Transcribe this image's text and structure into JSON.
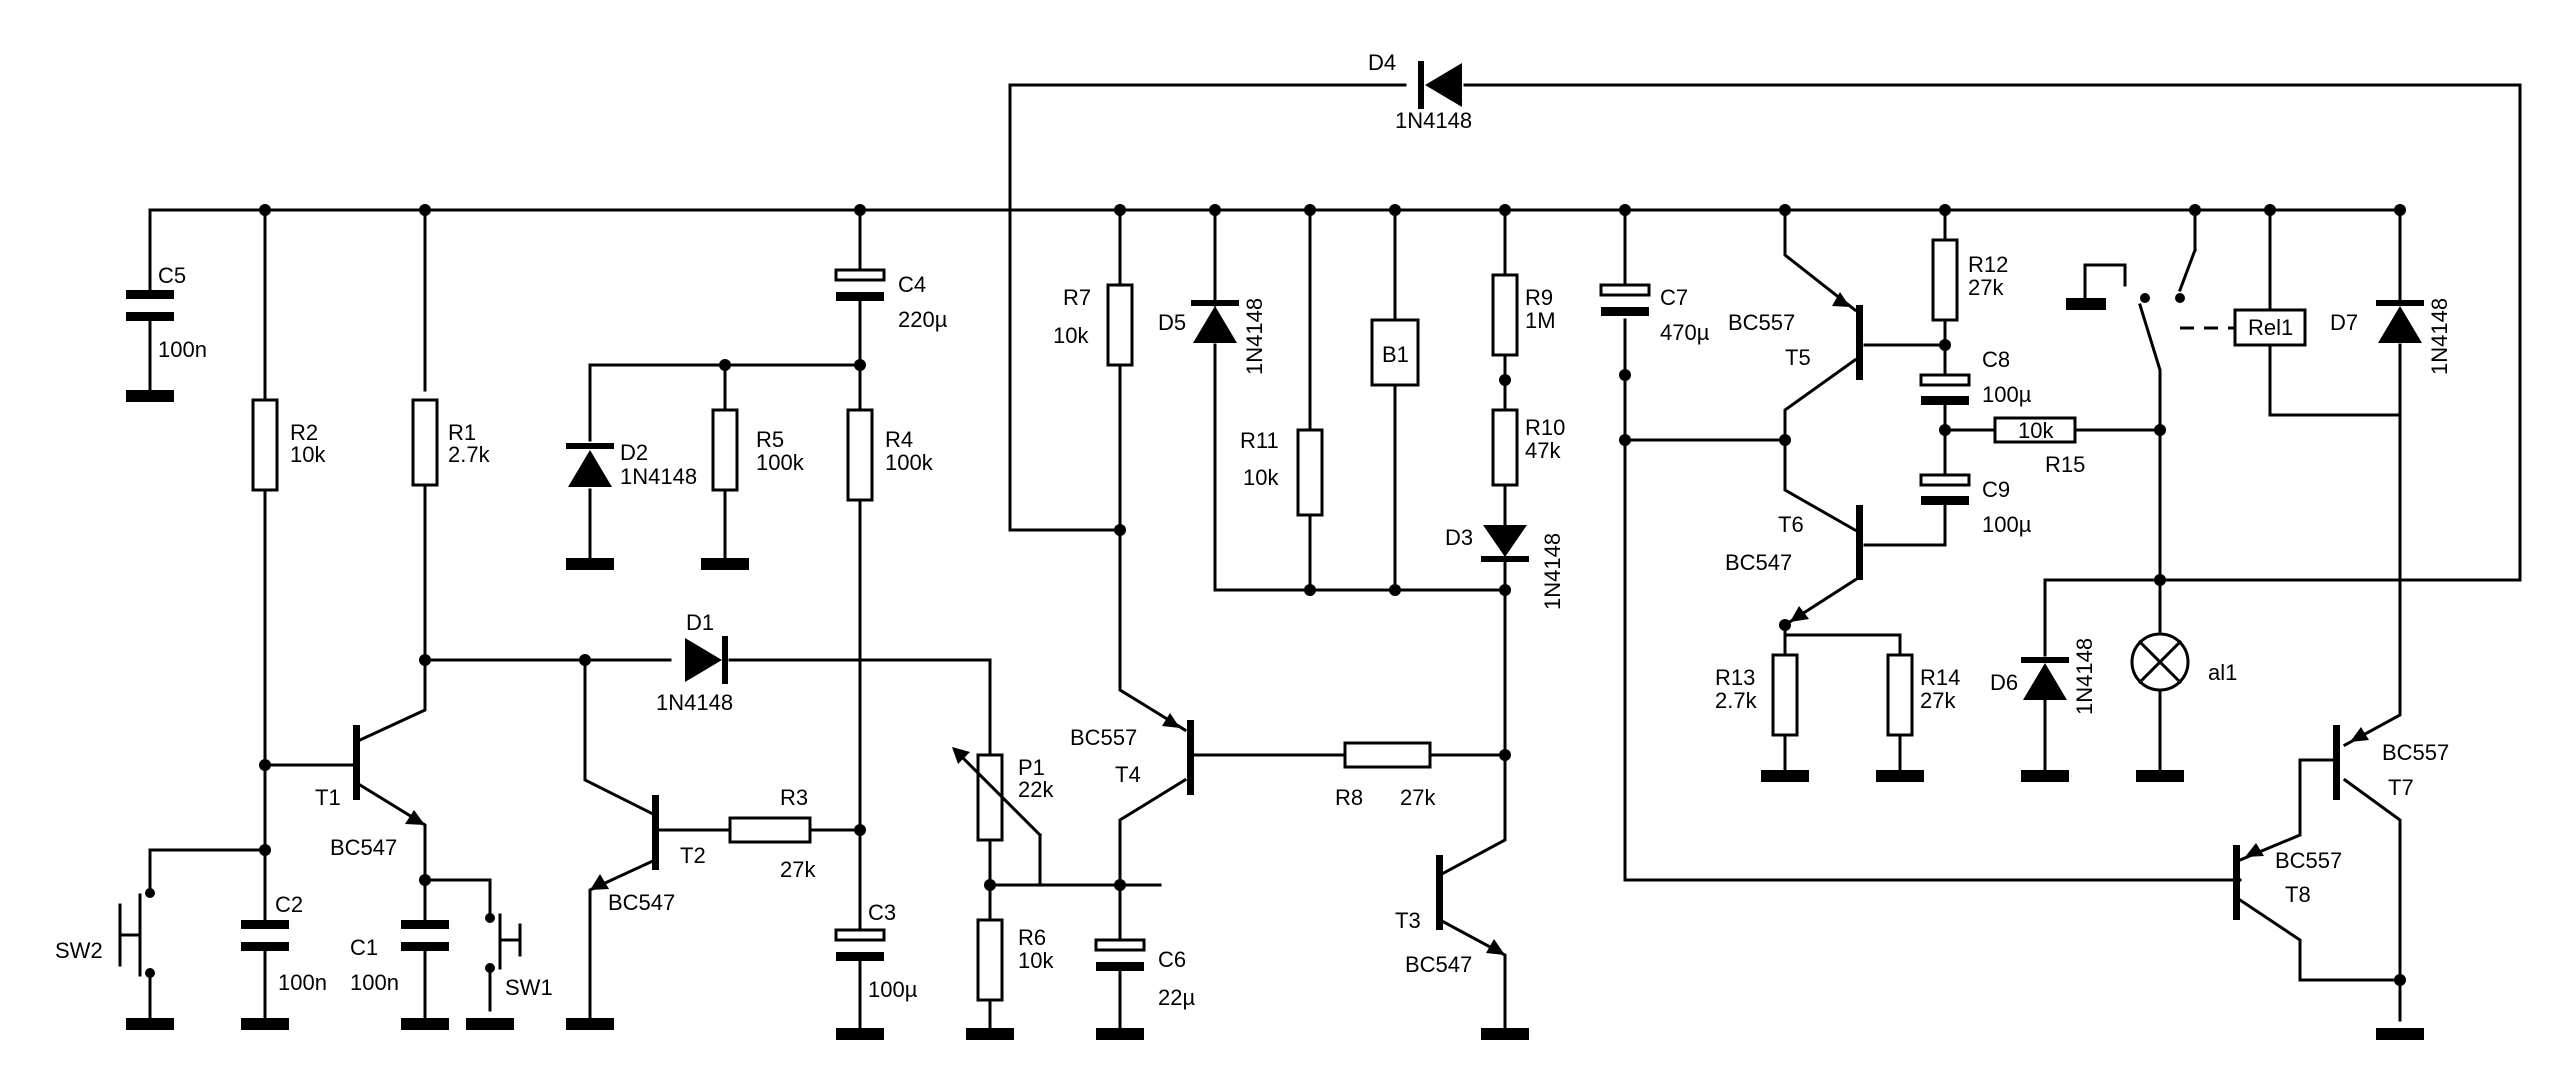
{
  "components": {
    "c5": {
      "ref": "C5",
      "value": "100n"
    },
    "r2": {
      "ref": "R2",
      "value": "10k"
    },
    "r1": {
      "ref": "R1",
      "value": "2.7k"
    },
    "c4": {
      "ref": "C4",
      "value": "220µ"
    },
    "d2": {
      "ref": "D2",
      "value": "1N4148"
    },
    "r5": {
      "ref": "R5",
      "value": "100k"
    },
    "r4": {
      "ref": "R4",
      "value": "100k"
    },
    "d1": {
      "ref": "D1",
      "value": "1N4148"
    },
    "t1": {
      "ref": "T1",
      "value": "BC547"
    },
    "t2": {
      "ref": "T2",
      "value": "BC547"
    },
    "r3": {
      "ref": "R3",
      "value": "27k"
    },
    "c3": {
      "ref": "C3",
      "value": "100µ"
    },
    "c2": {
      "ref": "C2",
      "value": "100n"
    },
    "c1": {
      "ref": "C1",
      "value": "100n"
    },
    "sw1": {
      "ref": "SW1"
    },
    "sw2": {
      "ref": "SW2"
    },
    "d4": {
      "ref": "D4",
      "value": "1N4148"
    },
    "r7": {
      "ref": "R7",
      "value": "10k"
    },
    "d5": {
      "ref": "D5",
      "value": "1N4148"
    },
    "r11": {
      "ref": "R11",
      "value": "10k"
    },
    "b1": {
      "ref": "B1"
    },
    "r9": {
      "ref": "R9",
      "value": "1M"
    },
    "r10": {
      "ref": "R10",
      "value": "47k"
    },
    "d3": {
      "ref": "D3",
      "value": "1N4148"
    },
    "c7": {
      "ref": "C7",
      "value": "470µ"
    },
    "p1": {
      "ref": "P1",
      "value": "22k"
    },
    "t4": {
      "ref": "T4",
      "value": "BC557"
    },
    "r8": {
      "ref": "R8",
      "value": "27k"
    },
    "r6": {
      "ref": "R6",
      "value": "10k"
    },
    "c6": {
      "ref": "C6",
      "value": "22µ"
    },
    "t3": {
      "ref": "T3",
      "value": "BC547"
    },
    "t5": {
      "ref": "T5",
      "value": "BC557"
    },
    "r12": {
      "ref": "R12",
      "value": "27k"
    },
    "c8": {
      "ref": "C8",
      "value": "100µ"
    },
    "c9": {
      "ref": "C9",
      "value": "100µ"
    },
    "r15": {
      "ref": "R15",
      "value": "10k"
    },
    "t6": {
      "ref": "T6",
      "value": "BC547"
    },
    "r13": {
      "ref": "R13",
      "value": "2.7k"
    },
    "r14": {
      "ref": "R14",
      "value": "27k"
    },
    "rel1": {
      "ref": "Rel1"
    },
    "d7": {
      "ref": "D7",
      "value": "1N4148"
    },
    "d6": {
      "ref": "D6",
      "value": "1N4148"
    },
    "al1": {
      "ref": "al1"
    },
    "t7": {
      "ref": "T7",
      "value": "BC557"
    },
    "t8": {
      "ref": "T8",
      "value": "BC557"
    }
  }
}
